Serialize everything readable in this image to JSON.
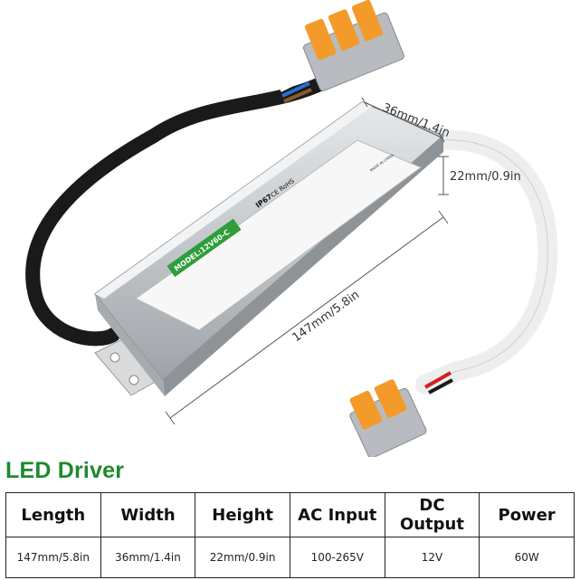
{
  "product_image": {
    "label_model": "MODEL:12V60-C",
    "label_rating": "IP67",
    "label_certs": "CE RoHS",
    "label_origin": "MADE IN CHINA",
    "dim_width": "36mm/1.4in",
    "dim_height": "22mm/0.9in",
    "dim_length": "147mm/5.8in"
  },
  "title": "LED Driver",
  "table": {
    "headers": [
      "Length",
      "Width",
      "Height",
      "AC Input",
      "DC Output",
      "Power"
    ],
    "values": [
      "147mm/5.8in",
      "36mm/1.4in",
      "22mm/0.9in",
      "100-265V",
      "12V",
      "60W"
    ]
  },
  "colors": {
    "title_green": "#1e8a2e",
    "housing": "#c9ccd0",
    "connector_orange": "#f39a2b"
  }
}
